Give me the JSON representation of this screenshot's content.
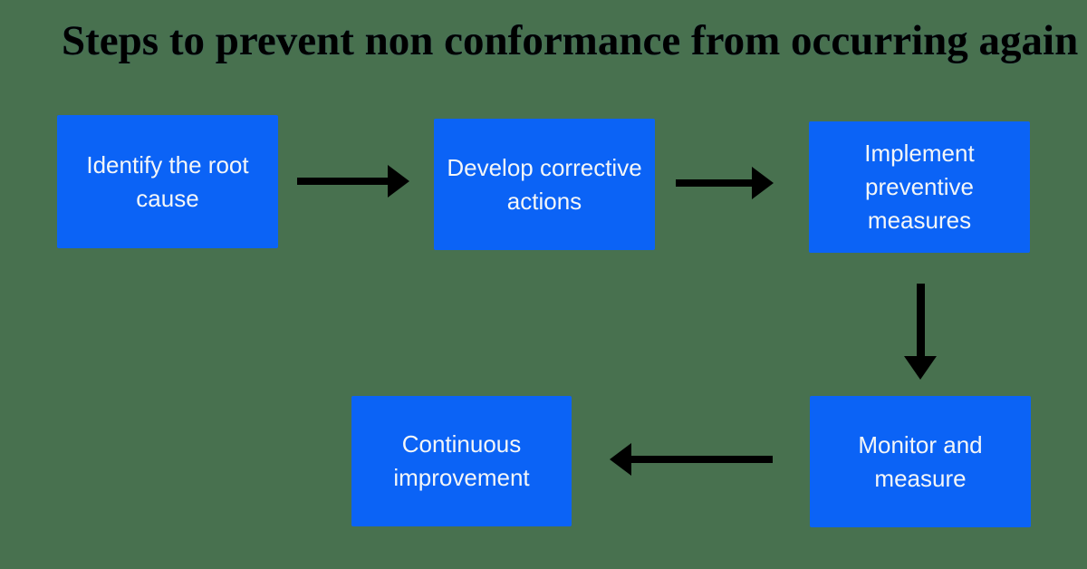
{
  "title": "Steps to prevent non conformance from occurring again",
  "colors": {
    "background": "#48714F",
    "box_fill": "#0B63F6",
    "box_text": "#F4F6F8",
    "title_text": "#000000",
    "arrow": "#000000"
  },
  "icons": {
    "arrow_right": "→",
    "arrow_down": "↓",
    "arrow_left": "←"
  },
  "flowchart": {
    "steps": [
      {
        "id": 1,
        "label": "Identify the root\ncause"
      },
      {
        "id": 2,
        "label": "Develop corrective\nactions"
      },
      {
        "id": 3,
        "label": "Implement\npreventive\nmeasures"
      },
      {
        "id": 4,
        "label": "Monitor and\nmeasure"
      },
      {
        "id": 5,
        "label": "Continuous\nimprovement"
      }
    ],
    "connections": [
      {
        "from": "Identify the root cause",
        "to": "Develop corrective actions",
        "direction": "right"
      },
      {
        "from": "Develop corrective actions",
        "to": "Implement preventive measures",
        "direction": "right"
      },
      {
        "from": "Implement preventive measures",
        "to": "Monitor and measure",
        "direction": "down"
      },
      {
        "from": "Monitor and measure",
        "to": "Continuous improvement",
        "direction": "left"
      }
    ]
  }
}
